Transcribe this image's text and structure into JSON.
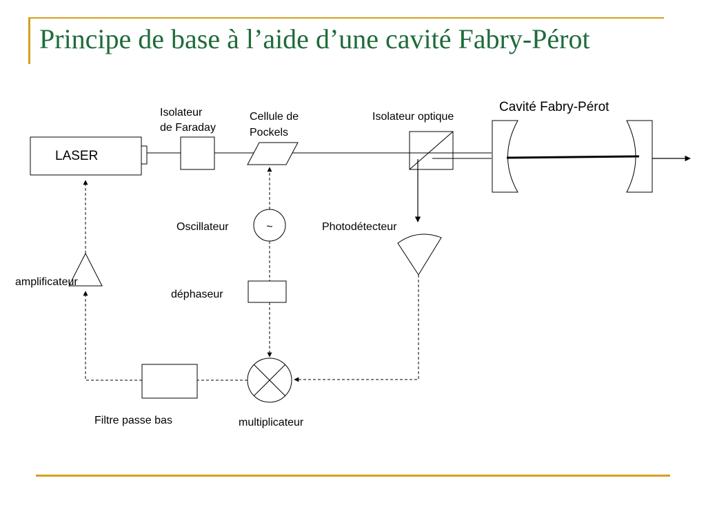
{
  "slide": {
    "title": "Principe de base à l’aide d’une cavité Fabry-Pérot"
  },
  "diagram": {
    "labels": {
      "laser": "LASER",
      "faraday_line1": "Isolateur",
      "faraday_line2": "de Faraday",
      "pockels_line1": "Cellule de",
      "pockels_line2": "Pockels",
      "isolateur_optique": "Isolateur optique",
      "cavity": "Cavité Fabry-Pérot",
      "oscillateur": "Oscillateur",
      "photodetecteur": "Photodétecteur",
      "amplificateur": "amplificateur",
      "dephaseur": "déphaseur",
      "filtre": "Filtre passe bas",
      "multiplicateur": "multiplicateur"
    },
    "oscillator_symbol": "~"
  },
  "colors": {
    "title": "#1e6b3a",
    "rule": "#d4a020"
  }
}
